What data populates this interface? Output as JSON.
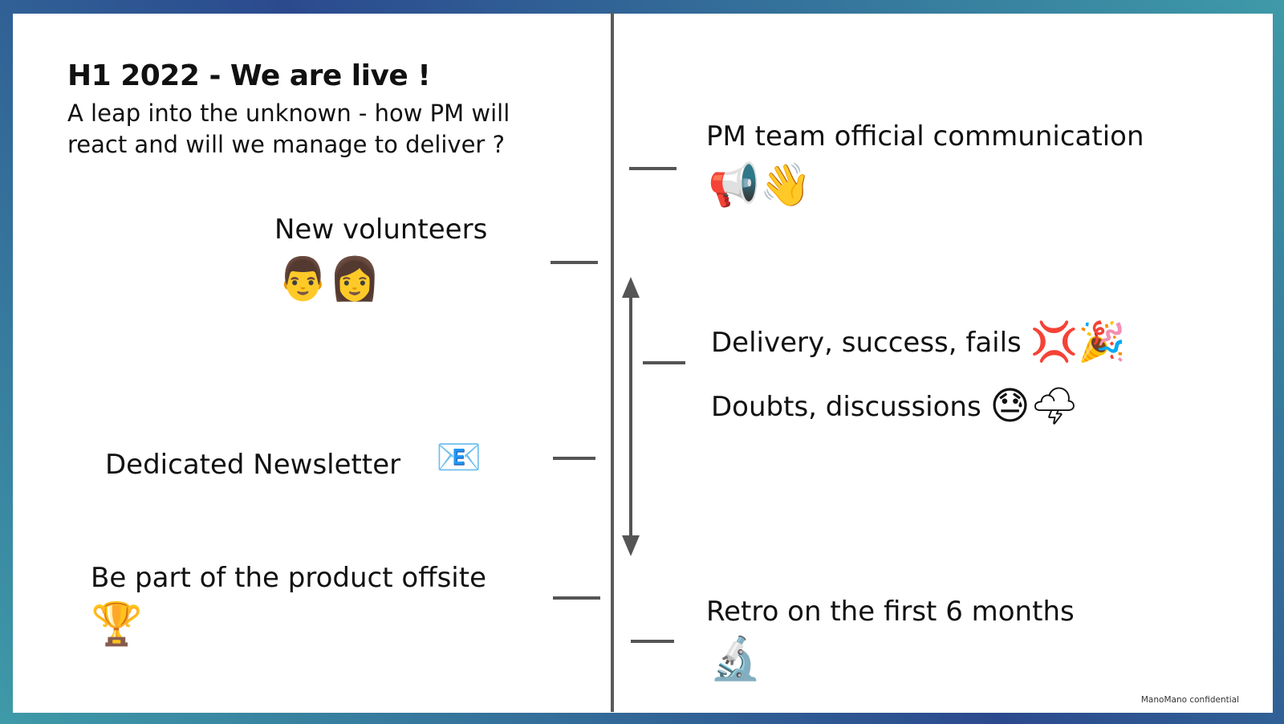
{
  "header": {
    "title": "H1 2022 - We are live !",
    "subtitle_line1": "A leap into the unknown - how PM will",
    "subtitle_line2": "react and will we manage to deliver ?"
  },
  "left_items": [
    {
      "label": "New volunteers",
      "emoji": "👨👩",
      "icons": [
        "man-icon",
        "woman-icon"
      ]
    },
    {
      "label": "Dedicated Newsletter",
      "emoji": "📧",
      "icons": [
        "email-icon"
      ]
    },
    {
      "label": "Be part of the product offsite",
      "emoji": "🏆",
      "icons": [
        "trophy-icon"
      ]
    }
  ],
  "right_items": [
    {
      "label": "PM team official communication",
      "emoji": "📢👋",
      "icons": [
        "megaphone-icon",
        "waving-hand-icon"
      ]
    },
    {
      "label": "Delivery, success, fails",
      "emoji": "💢🎉",
      "icons": [
        "anger-icon",
        "party-popper-icon"
      ]
    },
    {
      "label": "Doubts, discussions",
      "emoji": "😓🌩",
      "icons": [
        "sweat-face-icon",
        "storm-cloud-icon"
      ]
    },
    {
      "label": "Retro on the first 6 months",
      "emoji": "🔬",
      "icons": [
        "microscope-icon"
      ]
    }
  ],
  "footer": {
    "confidential": "ManoMano confidential"
  },
  "colors": {
    "border_dark": "#2b4a8e",
    "border_teal": "#3e9aa8",
    "line": "#5a5a5a"
  }
}
